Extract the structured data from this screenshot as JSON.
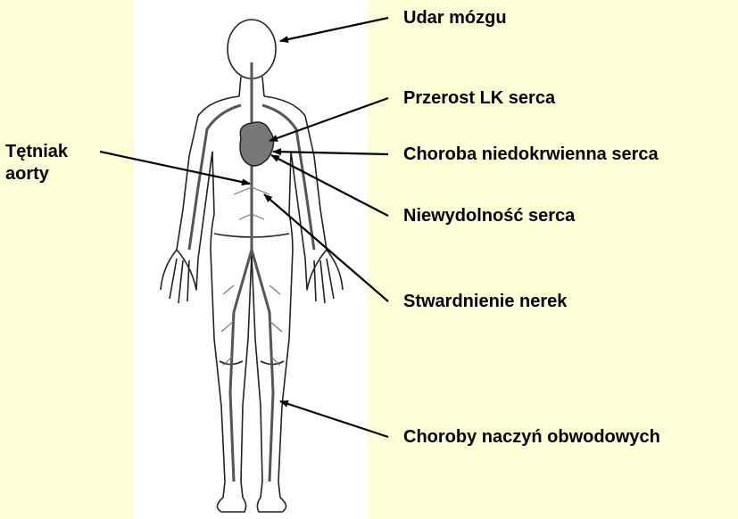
{
  "labels": {
    "stroke": "Udar mózgu",
    "lvh": "Przerost LK serca",
    "ischemic_heart": "Choroba niedokrwienna serca",
    "aneurysm_line1": "Tętniak",
    "aneurysm_line2": "aorty",
    "heart_failure": "Niewydolność serca",
    "nephrosclerosis": "Stwardnienie nerek",
    "peripheral": "Choroby naczyń obwodowych"
  },
  "colors": {
    "background": "#fffdd6",
    "panel": "#ffffff",
    "ink": "#000000",
    "vessel": "#555555"
  },
  "icons": [
    "human-body-figure",
    "heart-icon"
  ]
}
